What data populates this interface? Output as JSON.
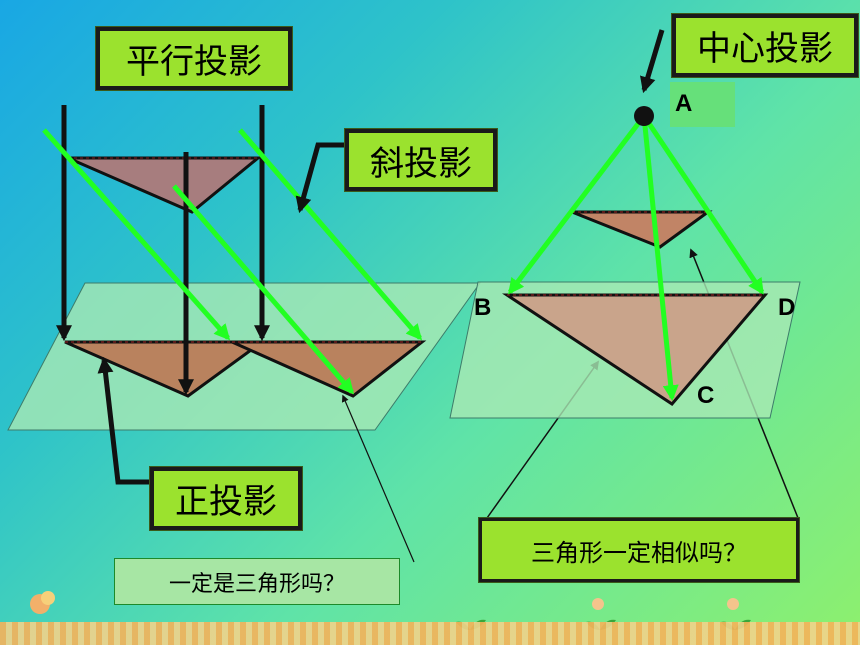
{
  "labels": {
    "parallel_projection": "平行投影",
    "central_projection": "中心投影",
    "oblique_projection": "斜投影",
    "orthographic_projection": "正投影",
    "question_triangle": "一定是三角形吗？",
    "question_similar": "三角形一定相似吗？"
  },
  "points": {
    "a": "A",
    "b": "B",
    "c": "C",
    "d": "D"
  },
  "colors": {
    "label_box": "#9be22e",
    "ray_green": "#22ff22",
    "triangle_fill": "#b07a6a",
    "plane_fill": "#a9e8b4"
  }
}
